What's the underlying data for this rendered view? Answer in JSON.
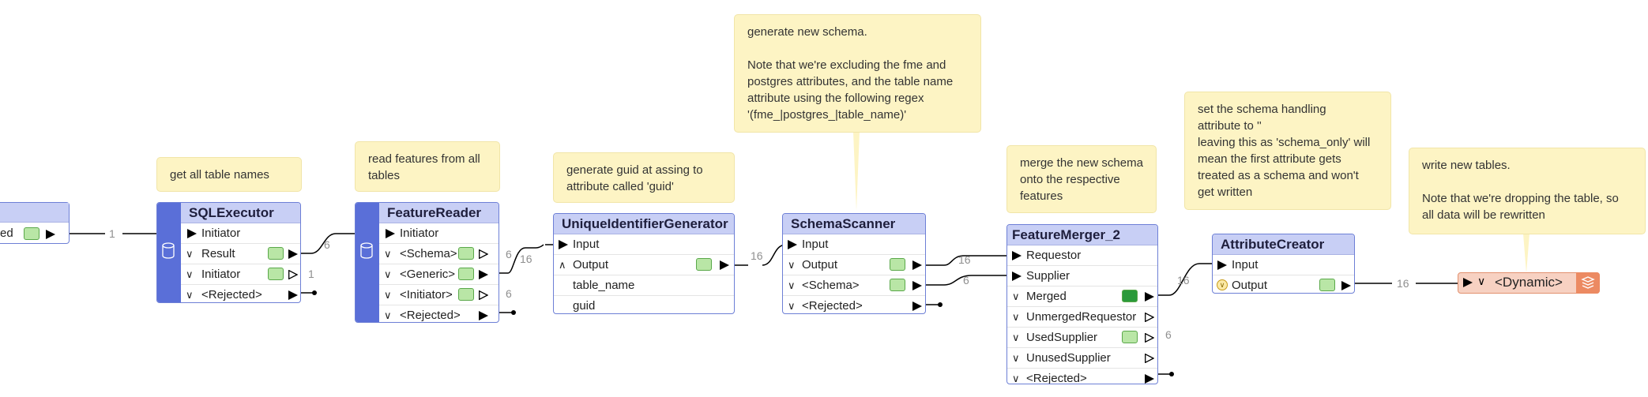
{
  "notes": {
    "sqlexecutor": "get all table names",
    "featurereader": "read features from all\ntables",
    "uuid": "generate guid at assing to\nattribute called 'guid'",
    "schemascanner": "generate new schema.\n\nNote that we're excluding the fme and\npostgres attributes, and the table name\nattribute using the following regex\n'(fme_|postgres_|table_name)'",
    "featuremerger": "merge the new schema\nonto the respective\nfeatures",
    "attributecreator": "set the schema handling\nattribute to ''\nleaving this as 'schema_only' will\nmean the first attribute gets\ntreated as a schema and won't\nget written",
    "writer": "write new tables.\n\nNote that we're dropping the table, so\nall data will be rewritten"
  },
  "edge_node": {
    "port": "ed"
  },
  "sqlexecutor": {
    "title": "SQLExecutor",
    "ports": [
      "Initiator",
      "Result",
      "Initiator",
      "<Rejected>"
    ]
  },
  "featurereader": {
    "title": "FeatureReader",
    "ports": [
      "Initiator",
      "<Schema>",
      "<Generic>",
      "<Initiator>",
      "<Rejected>"
    ]
  },
  "uuid": {
    "title": "UniqueIdentifierGenerator",
    "ports": [
      "Input",
      "Output",
      "table_name",
      "guid"
    ]
  },
  "schemascanner": {
    "title": "SchemaScanner",
    "ports": [
      "Input",
      "Output",
      "<Schema>",
      "<Rejected>"
    ]
  },
  "featuremerger": {
    "title": "FeatureMerger_2",
    "ports": [
      "Requestor",
      "Supplier",
      "Merged",
      "UnmergedRequestor",
      "UsedSupplier",
      "UnusedSupplier",
      "<Rejected>"
    ]
  },
  "attributecreator": {
    "title": "AttributeCreator",
    "ports": [
      "Input",
      "Output"
    ]
  },
  "writer": {
    "label": "<Dynamic>"
  },
  "counts": {
    "c1": "1",
    "c2": "6",
    "c3": "1",
    "c4": "6",
    "c5": "16",
    "c6": "6",
    "c7": "16",
    "c8": "16",
    "c9": "6",
    "c10": "16",
    "c11": "6",
    "c12": "16"
  },
  "colors": {
    "node_bar": "#5a6fd8",
    "node_header": "#c8cff5",
    "note_bg": "#fdf4c4",
    "writer_bg": "#f7d1c2",
    "writer_accent": "#ec8a62"
  }
}
